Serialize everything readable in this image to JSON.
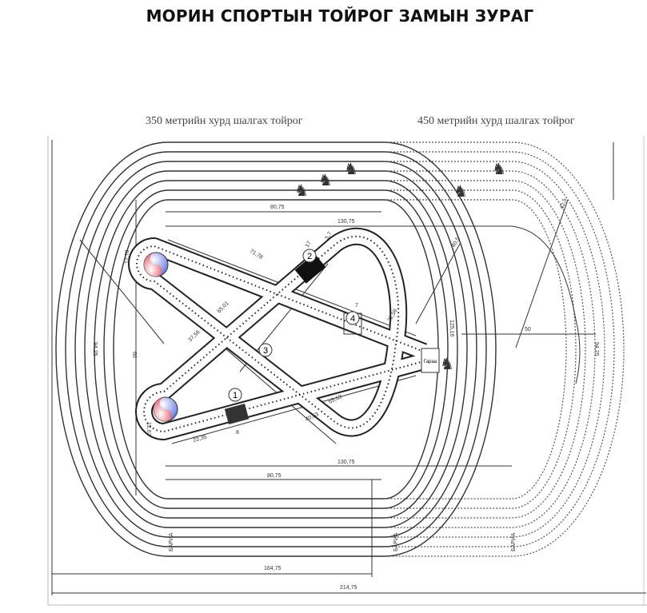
{
  "title": "МОРИН СПОРТЫН ТОЙРОГ ЗАМЫН ЗУРАГ",
  "track_350_label": "350 метрийн хурд шалгах тойрог",
  "track_450_label": "450 метрийн хурд шалгах тойрог",
  "start_label": "Гараа",
  "finish_label": "БАРИА",
  "obstacles": [
    "1",
    "2",
    "3",
    "4"
  ],
  "dimensions": {
    "top_inner": "80,75",
    "top_outer": "130,75",
    "d71": "71,78",
    "d65a": "65,01",
    "d37": "37,56",
    "d22a": "22,35",
    "d8": "8",
    "d65b": "65,63",
    "d40": "40,63",
    "d22b": "22,56",
    "d12a": "12,78",
    "d12b": "12,63",
    "d60": "60",
    "d94": "94,25",
    "d125": "125,16",
    "d50": "50",
    "d42": "42,5",
    "d40b": "40,5",
    "d17": "17",
    "d57": "5,7",
    "d7": "7",
    "bottom_outer": "130,75",
    "bottom_inner": "80,75",
    "d164": "164,75",
    "d214": "214,75"
  },
  "colors": {
    "blue": "#5566dd",
    "red": "#dd4455",
    "line": "#333333"
  }
}
